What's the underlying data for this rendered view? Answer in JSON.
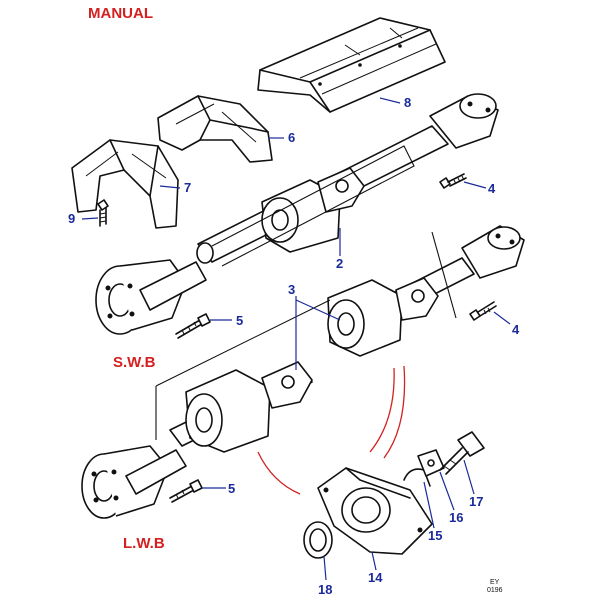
{
  "labels": {
    "manual": "MANUAL",
    "swb": "S.W.B",
    "lwb": "L.W.B"
  },
  "callouts": [
    "2",
    "3",
    "4",
    "4",
    "5",
    "5",
    "6",
    "7",
    "8",
    "9",
    "14",
    "15",
    "16",
    "17",
    "18"
  ],
  "drawing_code": {
    "line1": "EY",
    "line2": "0196"
  },
  "colors": {
    "section_label": "#d42020",
    "callout_number": "#1a2a9a",
    "drawing": "#111111"
  }
}
